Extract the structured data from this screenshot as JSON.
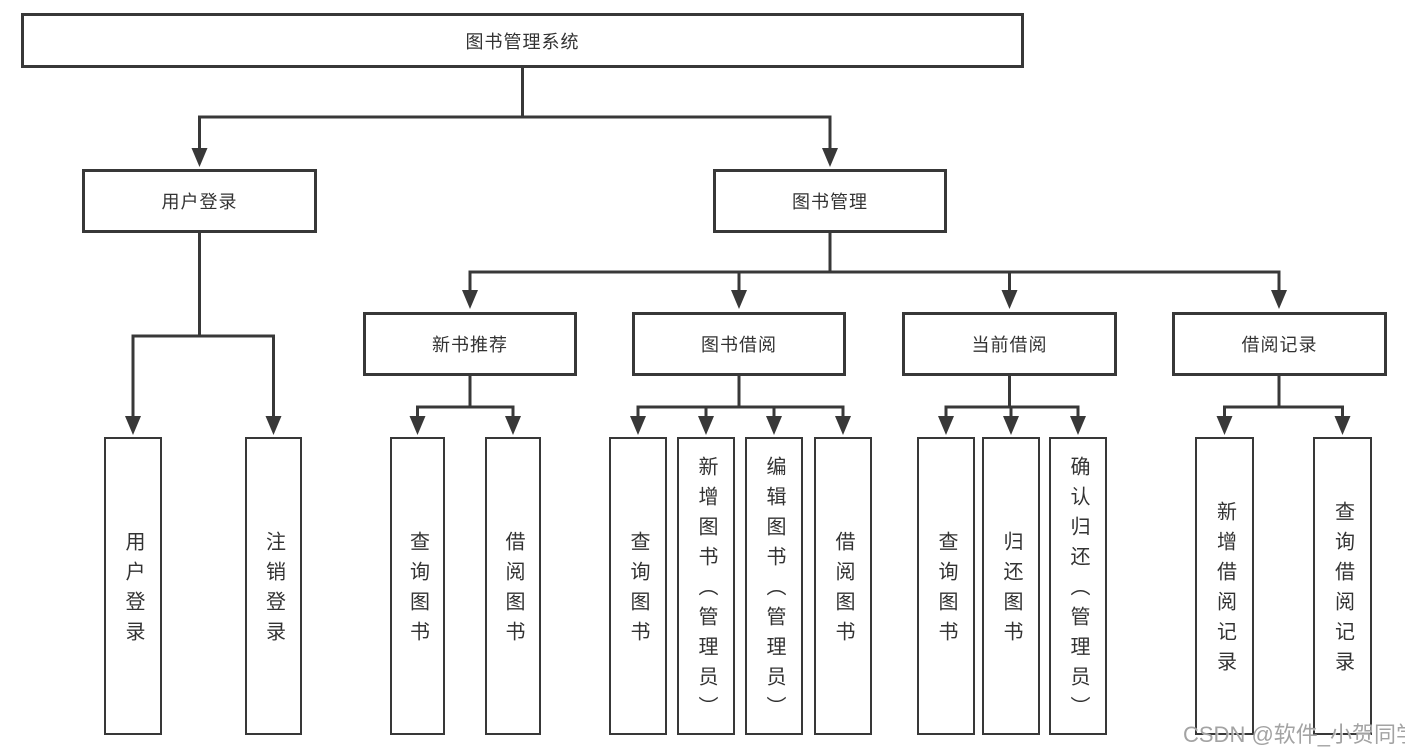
{
  "diagram": {
    "root": {
      "label": "图书管理系统"
    },
    "branches": [
      {
        "label": "用户登录",
        "children": [
          {
            "label": "用户登录"
          },
          {
            "label": "注销登录"
          }
        ]
      },
      {
        "label": "图书管理",
        "children": [
          {
            "label": "新书推荐",
            "children": [
              {
                "label": "查询图书"
              },
              {
                "label": "借阅图书"
              }
            ]
          },
          {
            "label": "图书借阅",
            "children": [
              {
                "label": "查询图书"
              },
              {
                "label": "新增图书（管理员）"
              },
              {
                "label": "编辑图书（管理员）"
              },
              {
                "label": "借阅图书"
              }
            ]
          },
          {
            "label": "当前借阅",
            "children": [
              {
                "label": "查询图书"
              },
              {
                "label": "归还图书"
              },
              {
                "label": "确认归还（管理员）"
              }
            ]
          },
          {
            "label": "借阅记录",
            "children": [
              {
                "label": "新增借阅记录"
              },
              {
                "label": "查询借阅记录"
              }
            ]
          }
        ]
      }
    ]
  },
  "watermark": {
    "text": "CSDN @软件_小贺同学"
  },
  "colors": {
    "line": "#383838",
    "text": "#333333",
    "background": "#ffffff",
    "watermark": "#a3a3a3"
  }
}
